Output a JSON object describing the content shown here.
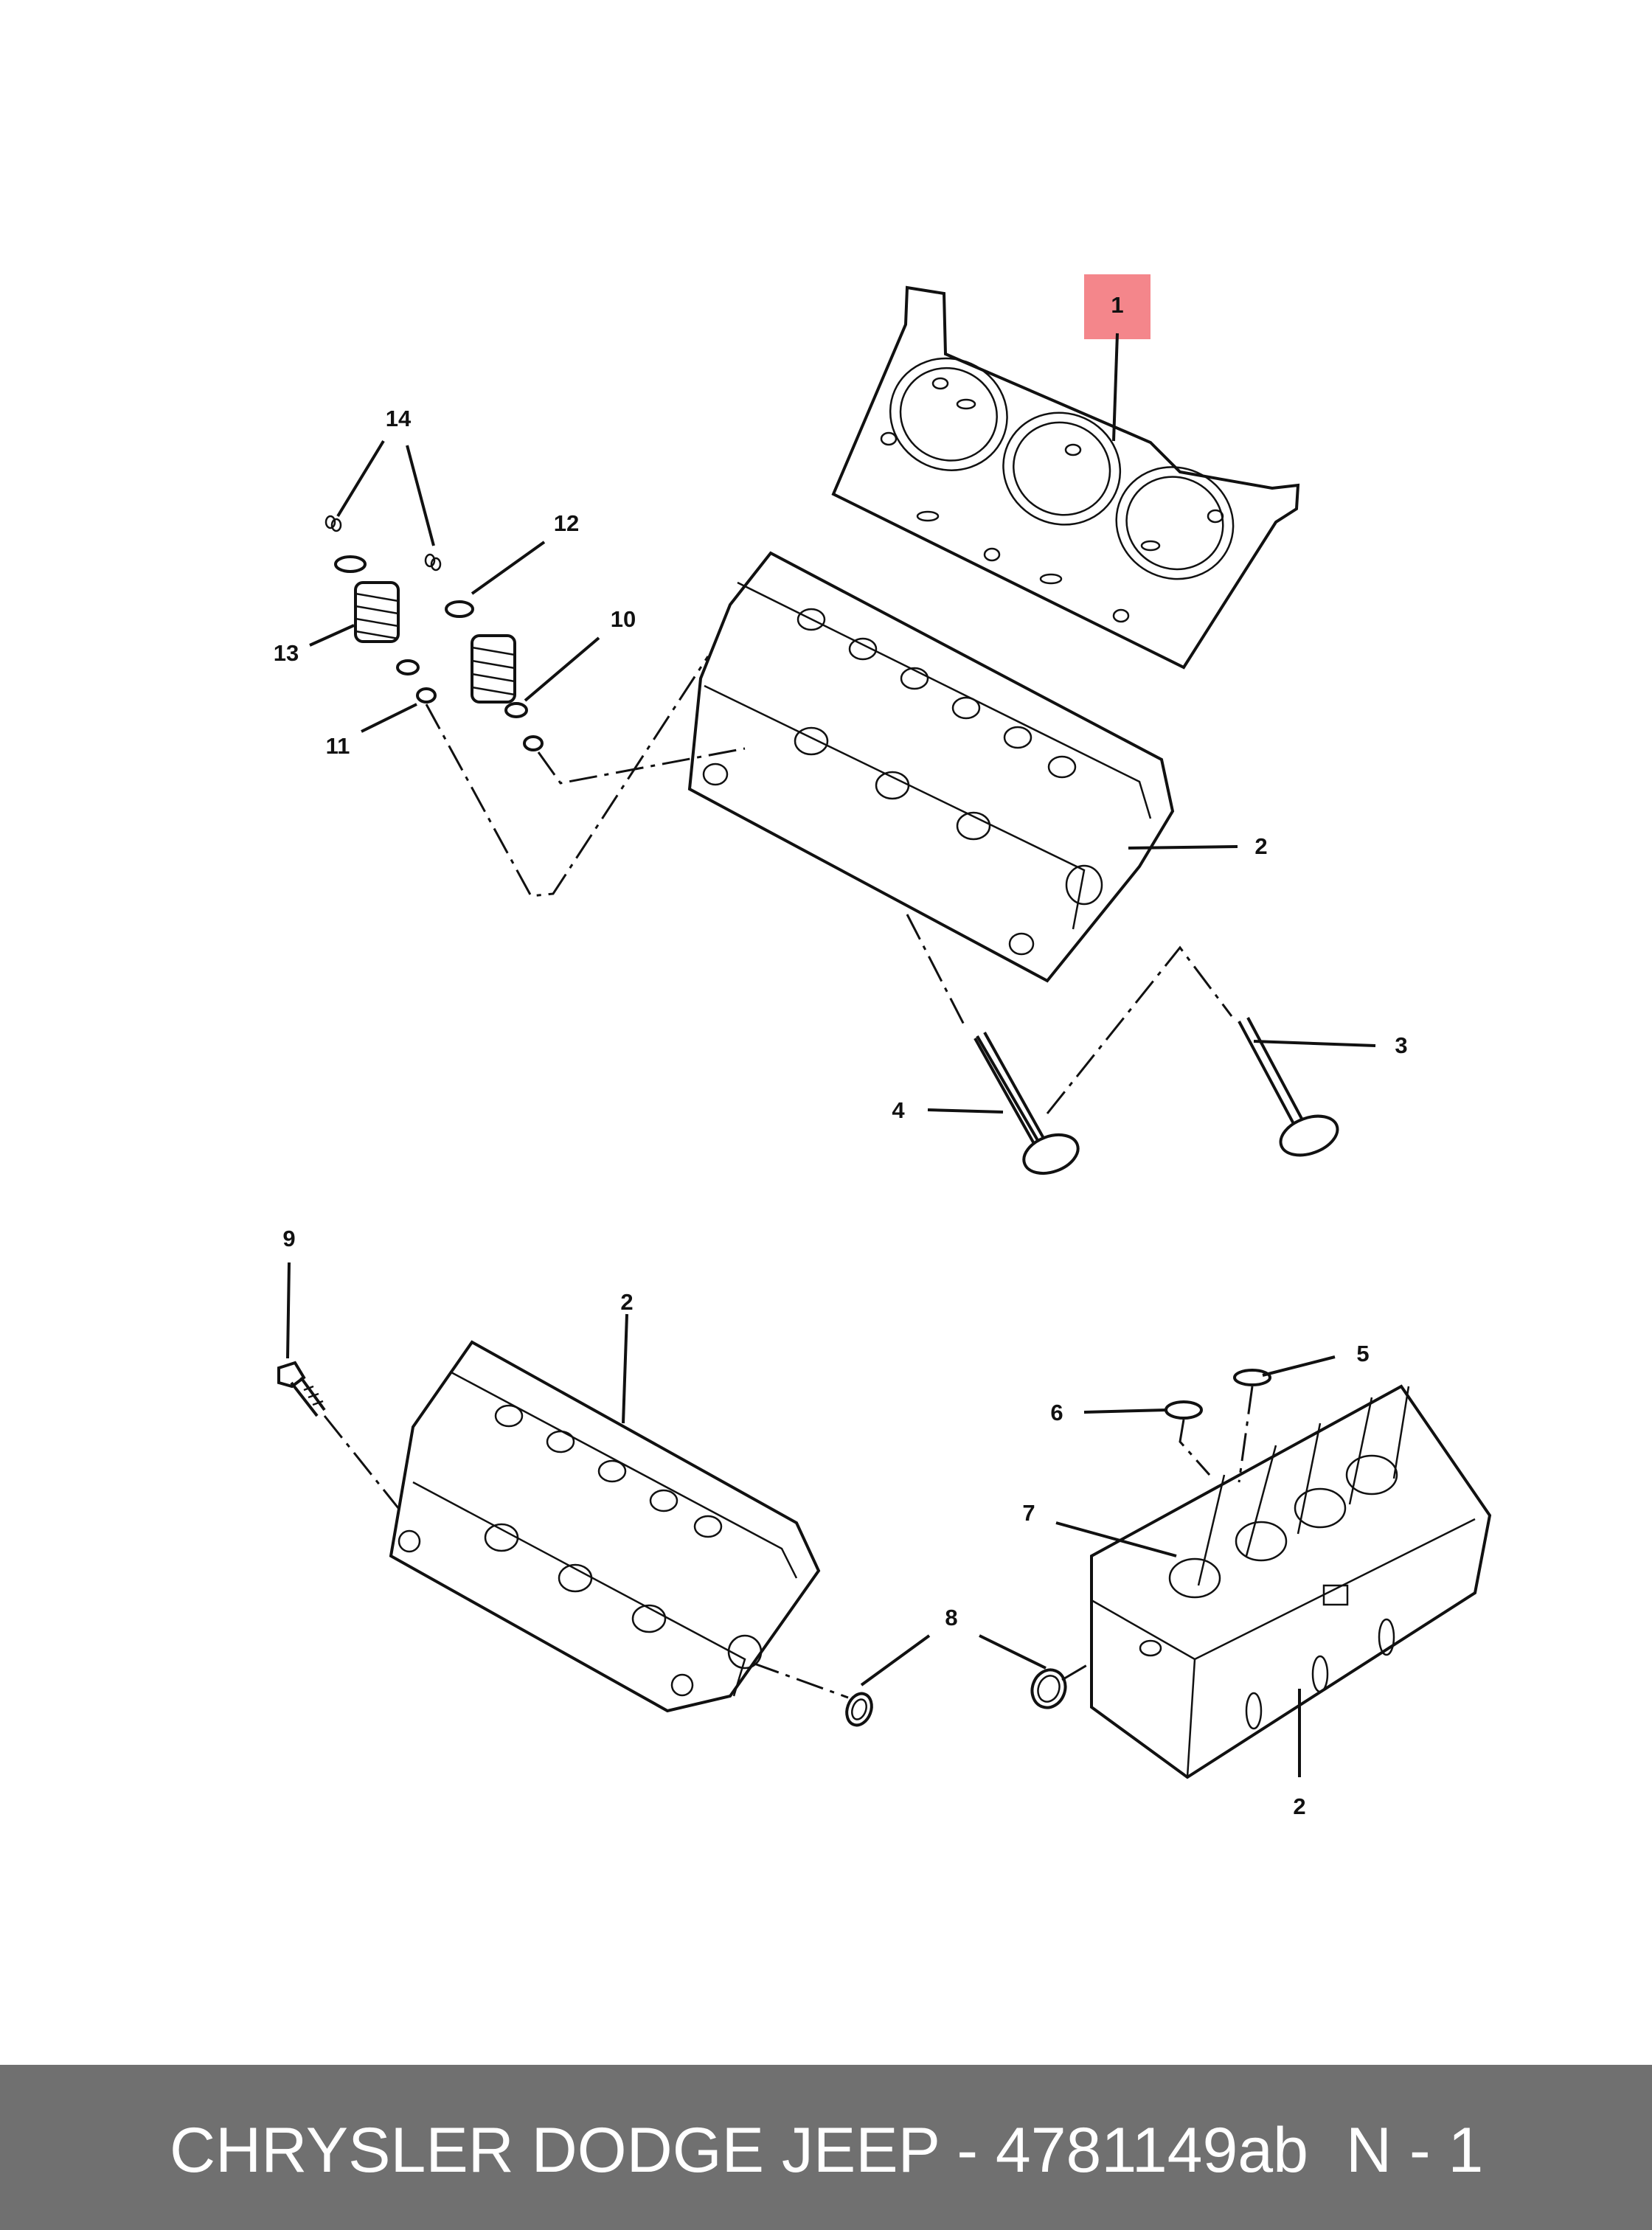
{
  "diagram": {
    "callouts": {
      "c1": "1",
      "c2a": "2",
      "c2b": "2",
      "c2c": "2",
      "c3": "3",
      "c4": "4",
      "c5": "5",
      "c6": "6",
      "c7": "7",
      "c8": "8",
      "c9": "9",
      "c10": "10",
      "c11": "11",
      "c12": "12",
      "c13": "13",
      "c14": "14"
    },
    "highlight_color": "#f4868b"
  },
  "footer": {
    "title": "CHRYSLER DODGE JEEP - 4781149ab",
    "page": "N - 1"
  }
}
